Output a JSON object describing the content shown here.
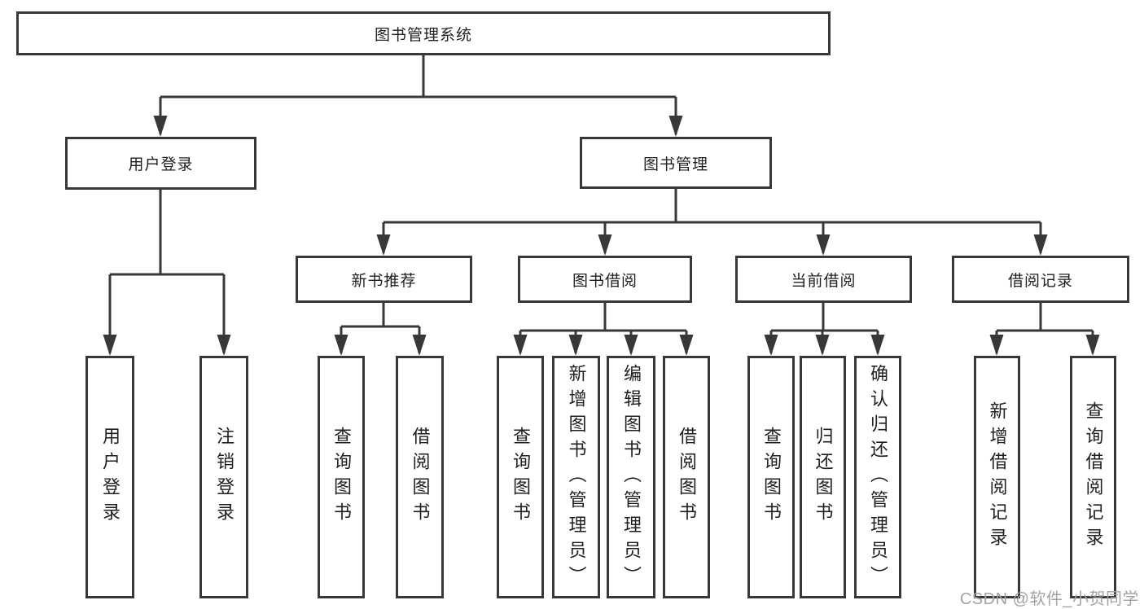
{
  "tree": {
    "label": "图书管理系统",
    "children": [
      {
        "label": "用户登录",
        "children": [
          {
            "label": "用户登录"
          },
          {
            "label": "注销登录"
          }
        ]
      },
      {
        "label": "图书管理",
        "children": [
          {
            "label": "新书推荐",
            "children": [
              {
                "label": "查询图书"
              },
              {
                "label": "借阅图书"
              }
            ]
          },
          {
            "label": "图书借阅",
            "children": [
              {
                "label": "查询图书"
              },
              {
                "label": "新增图书（管理员）"
              },
              {
                "label": "编辑图书（管理员）"
              },
              {
                "label": "借阅图书"
              }
            ]
          },
          {
            "label": "当前借阅",
            "children": [
              {
                "label": "查询图书"
              },
              {
                "label": "归还图书"
              },
              {
                "label": "确认归还（管理员）"
              }
            ]
          },
          {
            "label": "借阅记录",
            "children": [
              {
                "label": "新增借阅记录"
              },
              {
                "label": "查询借阅记录"
              }
            ]
          }
        ]
      }
    ]
  },
  "watermark": "CSDN @软件_小贺同学",
  "colors": {
    "line": "#383838",
    "text": "#1f1f1f",
    "watermark": "#a3a3a3",
    "background": "#ffffff"
  }
}
